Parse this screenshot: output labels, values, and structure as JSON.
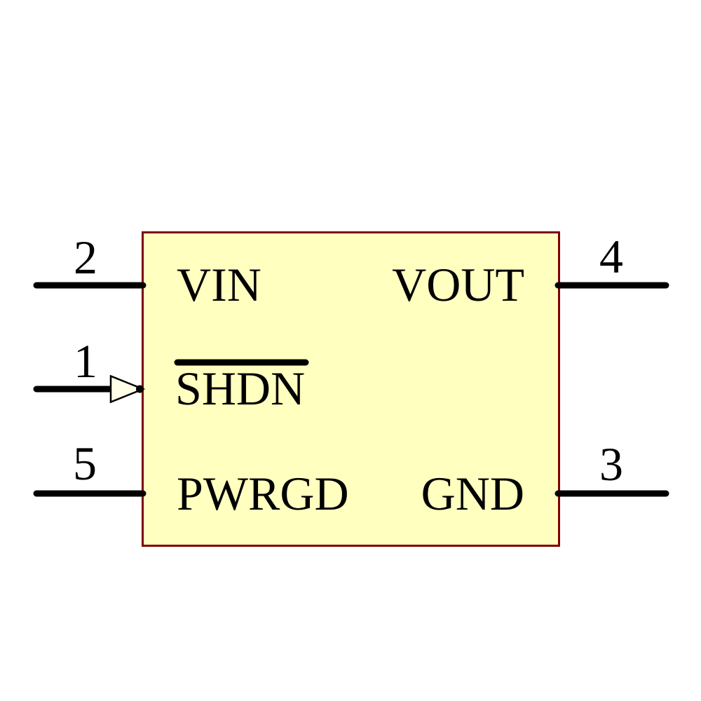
{
  "diagram": {
    "kind": "ic-schematic-symbol",
    "colors": {
      "background": "#ffffff",
      "body_fill": "#ffffc0",
      "body_border": "#7f0000",
      "line": "#000000",
      "text": "#000000",
      "arrow_fill": "#ffffe8"
    },
    "pins": [
      {
        "number": "2",
        "label": "VIN",
        "side": "left",
        "row": "top"
      },
      {
        "number": "1",
        "label": "SHDN",
        "side": "left",
        "row": "middle",
        "active_low": true,
        "has_input_arrow": true
      },
      {
        "number": "5",
        "label": "PWRGD",
        "side": "left",
        "row": "bottom"
      },
      {
        "number": "4",
        "label": "VOUT",
        "side": "right",
        "row": "top"
      },
      {
        "number": "3",
        "label": "GND",
        "side": "right",
        "row": "bottom"
      }
    ]
  }
}
